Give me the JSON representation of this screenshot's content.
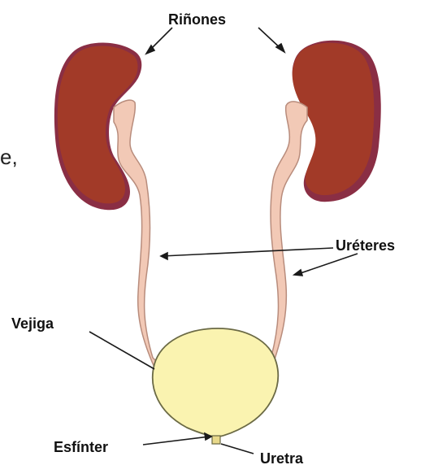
{
  "labels": {
    "kidneys": "Riñones",
    "ureters": "Uréteres",
    "bladder": "Vejiga",
    "sphincter": "Esfínter",
    "urethra": "Uretra"
  },
  "cropped_text": "e,",
  "colors": {
    "kidney": "#A23A28",
    "kidney_shadow": "#8A2E44",
    "ureter": "#F2C9B6",
    "ureter_outline": "#B88C7C",
    "bladder": "#FAF3B0",
    "bladder_outline": "#6B6A45",
    "line": "#1A1A1A"
  }
}
